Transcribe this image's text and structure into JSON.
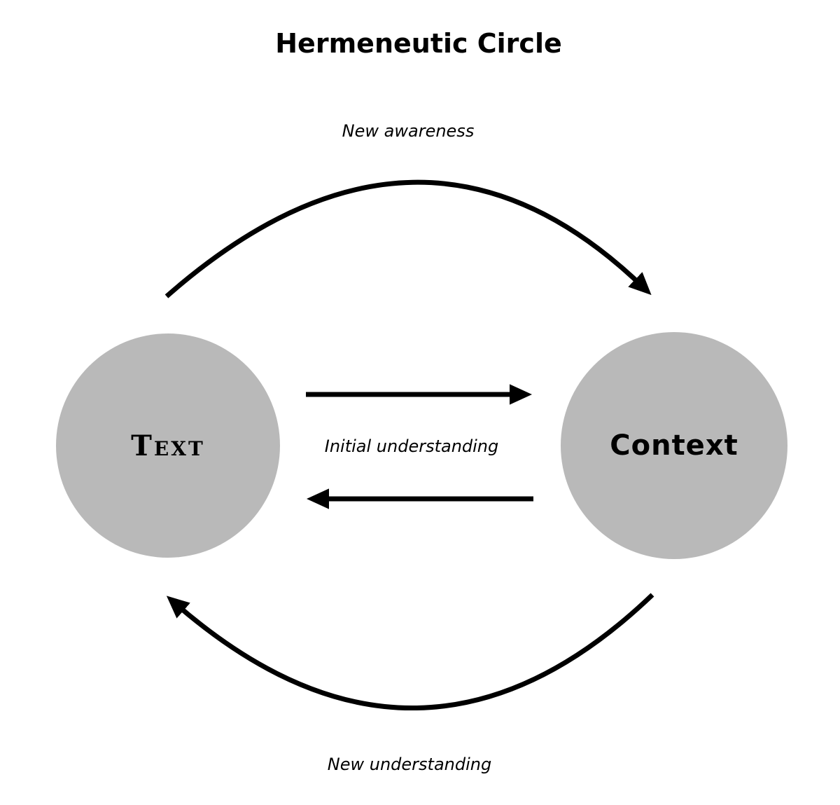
{
  "page": {
    "title": "Hermeneutic Circle"
  },
  "diagram": {
    "type": "cycle-diagram",
    "nodes": {
      "left": {
        "label": "Text"
      },
      "right": {
        "label": "Context"
      }
    },
    "edges": [
      {
        "from": "Text",
        "to": "Context",
        "label": "New awareness",
        "shape": "arc-top",
        "direction": "left-to-right"
      },
      {
        "from": "Text",
        "to": "Context",
        "label": "Initial understanding",
        "shape": "straight",
        "direction": "left-to-right"
      },
      {
        "from": "Context",
        "to": "Text",
        "label": "Initial understanding",
        "shape": "straight",
        "direction": "right-to-left"
      },
      {
        "from": "Context",
        "to": "Text",
        "label": "New understanding",
        "shape": "arc-bottom",
        "direction": "right-to-left"
      }
    ],
    "labels": {
      "top": "New awareness",
      "middle": "Initial understanding",
      "bottom": "New understanding"
    },
    "colors": {
      "node_fill": "#b9b9b9",
      "arrow": "#000000",
      "text": "#000000",
      "background": "#ffffff"
    }
  }
}
